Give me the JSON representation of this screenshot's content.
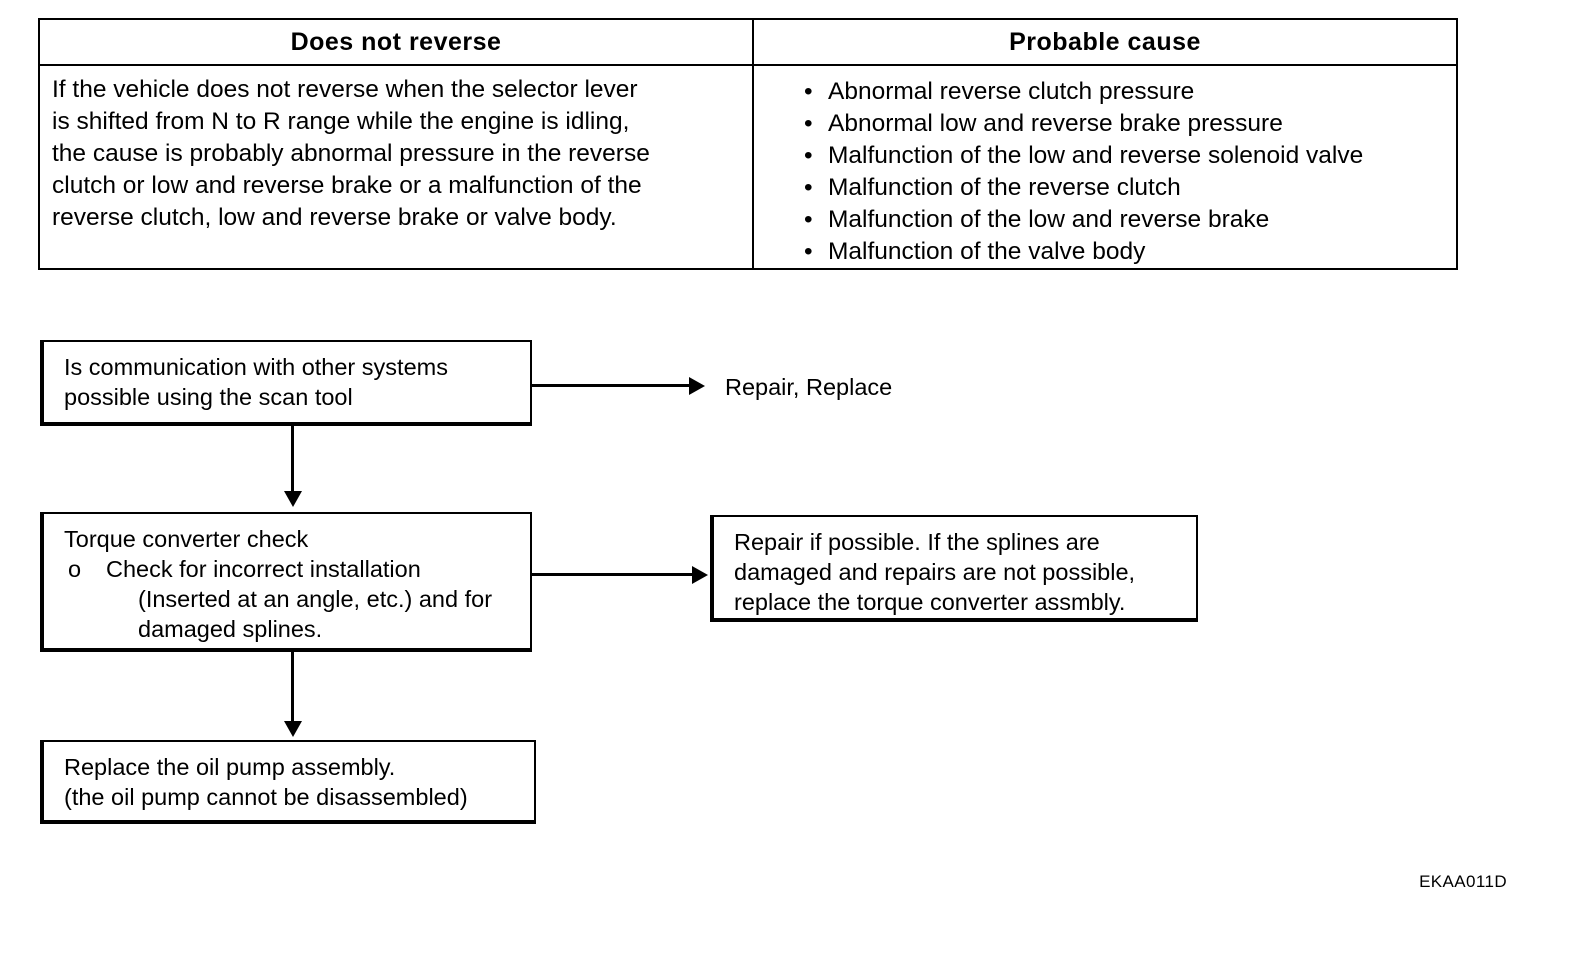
{
  "table": {
    "headers": {
      "symptom": "Does not reverse",
      "cause": "Probable cause"
    },
    "description_lines": [
      "If the vehicle does not reverse when the selector lever",
      "is shifted from N to R range while the engine is idling,",
      "the cause is probably abnormal pressure in the reverse",
      "clutch or low and reverse brake or a malfunction of the",
      "reverse clutch, low and reverse brake or valve body."
    ],
    "bullet_glyph": "•",
    "causes": [
      "Abnormal reverse clutch pressure",
      "Abnormal low and reverse brake pressure",
      "Malfunction of the low and reverse solenoid valve",
      "Malfunction of the reverse clutch",
      "Malfunction of the low and reverse brake",
      "Malfunction of the valve body"
    ]
  },
  "flowchart": {
    "step1": {
      "lines": [
        "Is communication with other systems",
        "possible using the scan tool"
      ]
    },
    "step1_result": "Repair, Replace",
    "step2": {
      "title": "Torque converter check",
      "sub_bullet_glyph": "o",
      "sub_lines": [
        "Check for incorrect installation",
        "(Inserted at an angle, etc.) and for",
        "damaged splines."
      ]
    },
    "step2_result": {
      "lines": [
        "Repair if possible. If the splines are",
        "damaged and repairs are not possible,",
        "replace the torque converter assmbly."
      ]
    },
    "step3": {
      "lines": [
        "Replace the oil pump assembly.",
        "(the oil pump cannot be disassembled)"
      ]
    }
  },
  "figure_code": "EKAA011D"
}
